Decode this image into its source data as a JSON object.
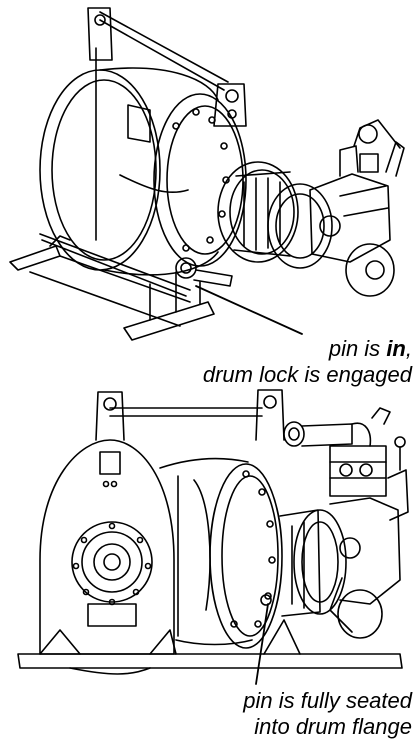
{
  "figure": {
    "top_panel": {
      "caption_line1_before": "pin is ",
      "caption_line1_bold": "in",
      "caption_line1_after": ",",
      "caption_line2": "drum lock is engaged"
    },
    "bottom_panel": {
      "caption_line1": "pin is fully seated",
      "caption_line2": "into drum flange"
    },
    "colors": {
      "line": "#000000",
      "background": "#ffffff"
    }
  }
}
